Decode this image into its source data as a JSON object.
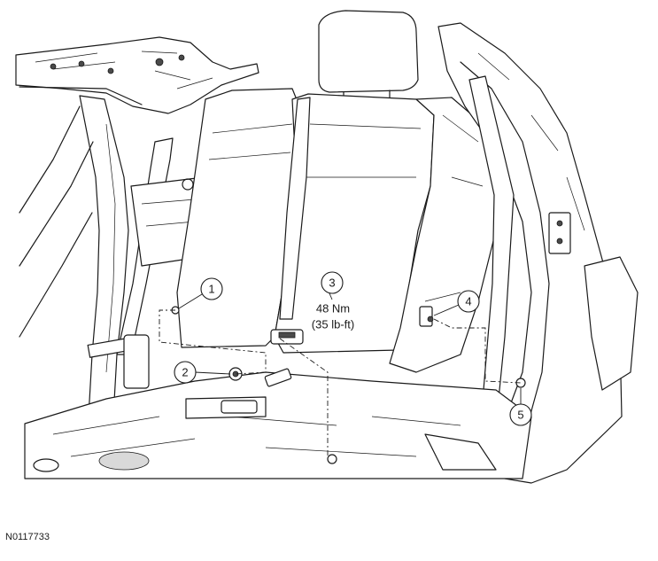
{
  "callouts": [
    {
      "label": "1"
    },
    {
      "label": "2"
    },
    {
      "label": "3"
    },
    {
      "label": "4"
    },
    {
      "label": "5"
    }
  ],
  "torque": {
    "metric": "48 Nm",
    "imperial": "(35 lb-ft)"
  },
  "figure_id": "N0117733"
}
